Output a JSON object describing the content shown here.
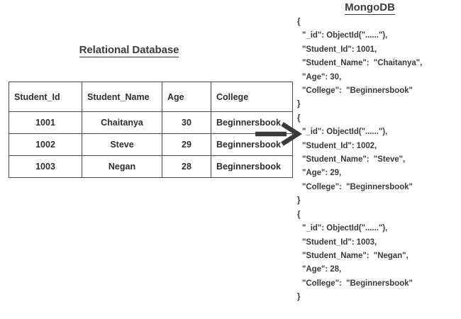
{
  "left": {
    "title": "Relational Database",
    "table": {
      "columns": [
        "Student_Id",
        "Student_Name",
        "Age",
        "College"
      ],
      "rows": [
        [
          "1001",
          "Chaitanya",
          "30",
          "Beginnersbook"
        ],
        [
          "1002",
          "Steve",
          "29",
          "Beginnersbook"
        ],
        [
          "1003",
          "Negan",
          "28",
          "Beginnersbook"
        ]
      ]
    }
  },
  "arrow": {
    "icon": "right-arrow-icon",
    "color": "#3a3a3a"
  },
  "right": {
    "title": "MongoDB",
    "documents": [
      {
        "open": "{",
        "lines": [
          "\"_id\": ObjectId(\"......\"),",
          "\"Student_Id\": 1001,",
          "\"Student_Name\":  \"Chaitanya\",",
          "\"Age\": 30,",
          "\"College\":  \"Beginnersbook\""
        ],
        "close": "}"
      },
      {
        "open": "{",
        "lines": [
          "\"_id\": ObjectId(\"......\"),",
          "\"Student_Id\": 1002,",
          "\"Student_Name\":  \"Steve\",",
          "\"Age\": 29,",
          "\"College\":  \"Beginnersbook\""
        ],
        "close": "}"
      },
      {
        "open": "{",
        "lines": [
          "\"_id\": ObjectId(\"......\"),",
          "\"Student_Id\": 1003,",
          "\"Student_Name\":  \"Negan\",",
          "\"Age\": 28,",
          "\"College\":  \"Beginnersbook\""
        ],
        "close": "}"
      }
    ]
  },
  "colors": {
    "text": "#3a3a3a",
    "border": "#4a4a4a",
    "background": "#ffffff"
  }
}
